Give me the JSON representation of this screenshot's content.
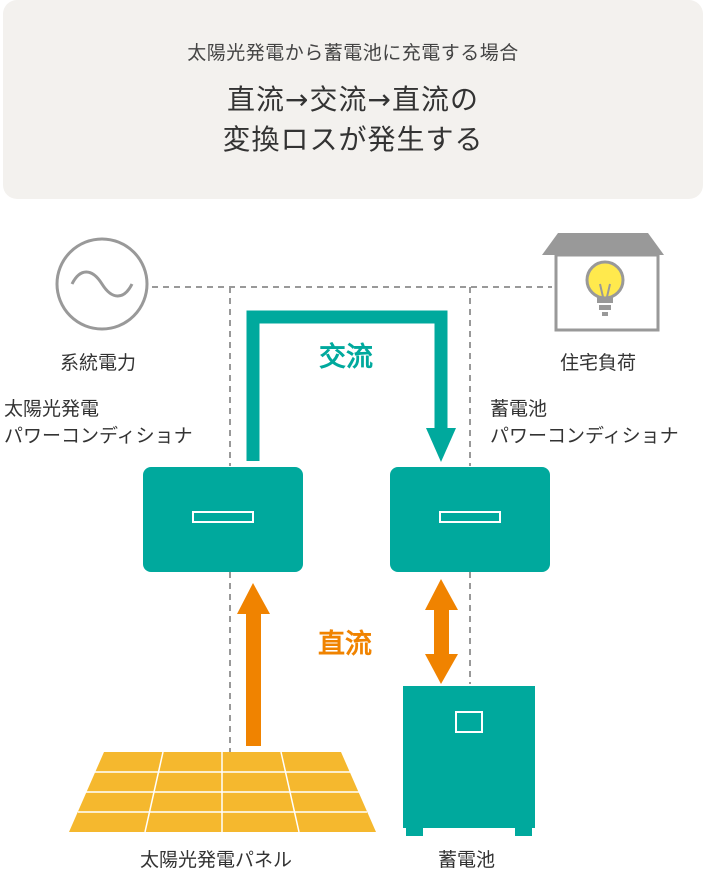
{
  "header": {
    "subtitle": "太陽光発電から蓄電池に充電する場合",
    "title_line1": "直流→交流→直流の",
    "title_line2": "変換ロスが発生する"
  },
  "labels": {
    "grid": "系統電力",
    "house_load": "住宅負荷",
    "pv_pcs_line1": "太陽光発電",
    "pv_pcs_line2": "パワーコンディショナ",
    "batt_pcs_line1": "蓄電池",
    "batt_pcs_line2": "パワーコンディショナ",
    "solar_panel": "太陽光発電パネル",
    "battery": "蓄電池",
    "ac": "交流",
    "dc": "直流"
  },
  "colors": {
    "teal": "#00a99d",
    "orange": "#f08300",
    "panel_yellow": "#f5b82e",
    "header_bg": "#f3f1ee",
    "dash_gray": "#999999"
  },
  "icons": [
    "ac-wave-icon",
    "house-icon",
    "lightbulb-icon"
  ]
}
